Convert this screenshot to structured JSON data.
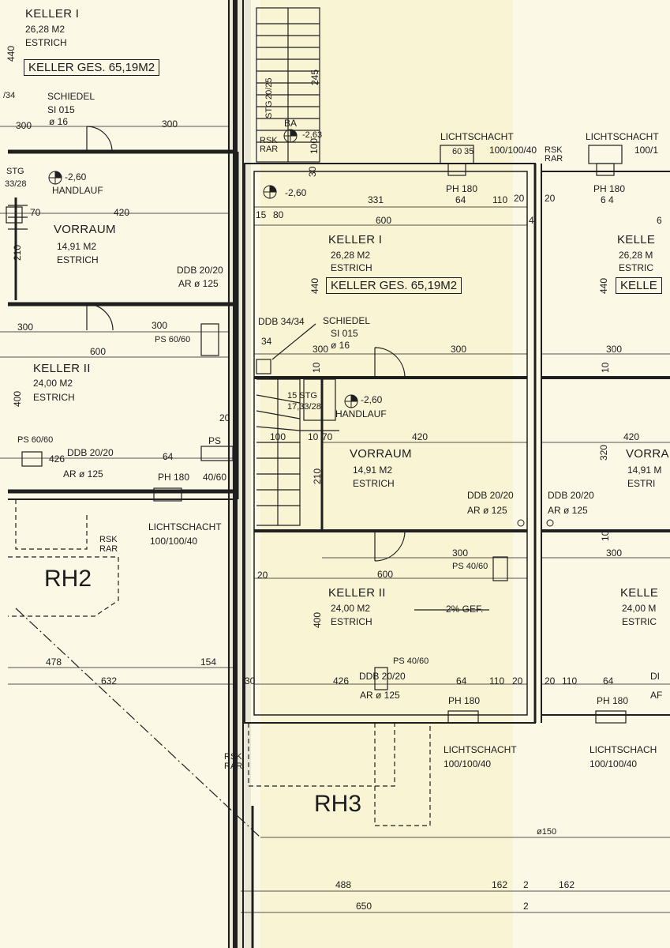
{
  "left": {
    "keller1_title": "KELLER I",
    "keller1_area": "26,28 M2",
    "keller1_floor": "ESTRICH",
    "keller_ges": "KELLER GES. 65,19M2",
    "dim_440": "440",
    "ddb_34": "/34",
    "schiedel": "SCHIEDEL",
    "si015": "SI 015",
    "phi16": "ø 16",
    "dim_300a": "300",
    "dim_300b": "300",
    "stg": "STG",
    "stg_dim": "33/28",
    "level_260": "-2,60",
    "handlauf": "HANDLAUF",
    "dim_70": "70",
    "dim_420": "420",
    "vorraum": "VORRAUM",
    "vorraum_area": "14,91 M2",
    "vorraum_floor": "ESTRICH",
    "dim_210": "210",
    "ddb_2020": "DDB 20/20",
    "ar_125": "AR ø 125",
    "dim_300c": "300",
    "dim_300d": "300",
    "ps6060a": "PS 60/60",
    "dim_600": "600",
    "keller2_title": "KELLER II",
    "keller2_area": "24,00 M2",
    "keller2_floor": "ESTRICH",
    "dim_400": "400",
    "dim_20": "20",
    "ps6060b": "PS 60/60",
    "ps": "PS",
    "dim_426": "426",
    "ddb_2020b": "DDB 20/20",
    "dim_64": "64",
    "ar_125b": "AR ø 125",
    "ph180": "PH 180",
    "ps4060": "40/60",
    "lichtschacht": "LICHTSCHACHT",
    "ls_dim": "100/100/40",
    "rsk": "RSK",
    "rar": "RAR",
    "rh2": "RH2",
    "dim_478": "478",
    "dim_154": "154",
    "dim_632": "632"
  },
  "center": {
    "dim_245": "245",
    "stg_vert": "STG",
    "stg_vert_dim": "20/25",
    "ba": "BA",
    "rsk": "RSK",
    "rar": "RAR",
    "level_263": "-2,63",
    "dim_100": "100",
    "lichtschacht": "LICHTSCHACHT",
    "ls_dim": "100/100/40",
    "rsk2": "RSK",
    "rar2": "RAR",
    "ls_w": "60",
    "ls_d": "35",
    "dim_30": "30",
    "level_260": "-2,60",
    "ph180": "PH 180",
    "dim_331": "331",
    "dim_64": "64",
    "dim_110": "110",
    "dim_20": "20",
    "dim_15": "15",
    "dim_80": "80",
    "dim_600": "600",
    "dim_42": "4",
    "keller1_title": "KELLER I",
    "keller1_area": "26,28 M2",
    "keller1_floor": "ESTRICH",
    "dim_440": "440",
    "keller_ges": "KELLER GES. 65,19M2",
    "ddb_3434": "DDB 34/34",
    "schiedel": "SCHIEDEL",
    "si015": "SI 015",
    "phi16": "ø 16",
    "dim_34": "34",
    "dim_300a": "300",
    "dim_300b": "300",
    "dim_10": "10",
    "stg": "15 STG",
    "stg_dim": "17,33/28",
    "level_260b": "-2,60",
    "handlauf": "HANDLAUF",
    "dim_100b": "100",
    "dim_10b": "10",
    "dim_70": "70",
    "dim_420": "420",
    "vorraum": "VORRAUM",
    "vorraum_area": "14,91 M2",
    "vorraum_floor": "ESTRICH",
    "dim_210": "210",
    "ddb_2020": "DDB 20/20",
    "ar_125": "AR ø 125",
    "dim_300c": "300",
    "ps4060": "PS 40/60",
    "dim_600b": "600",
    "dim_20b": "20",
    "keller2_title": "KELLER II",
    "keller2_area": "24,00 M2",
    "keller2_floor": "ESTRICH",
    "gef": "2% GEF.",
    "dim_400": "400",
    "ps4060b": "PS 40/60",
    "dim_30b": "30",
    "dim_426": "426",
    "ddb_2020b": "DDB 20/20",
    "dim_64b": "64",
    "dim_110b": "110",
    "dim_20c": "20",
    "ar_125b": "AR ø 125",
    "ph180b": "PH 180",
    "lichtschacht2": "LICHTSCHACHT",
    "ls_dim2": "100/100/40",
    "rsk3": "RSK",
    "rar3": "RAR",
    "rh3": "RH3",
    "phi150": "ø150",
    "dim_488": "488",
    "dim_650": "650",
    "dim_162a": "162",
    "dim_2a": "2",
    "dim_162b": "162",
    "dim_2b": "2"
  },
  "right": {
    "lichtschacht": "LICHTSCHACHT",
    "ls_dim": "100/1",
    "ph180": "PH 180",
    "dim_20": "20",
    "dim_64": "6 4",
    "dim_6": "6",
    "keller1_title": "KELLE",
    "keller1_area": "26,28 M",
    "keller1_floor": "ESTRIC",
    "dim_440": "440",
    "keller_ges": "KELLE",
    "dim_300": "300",
    "dim_10": "10",
    "dim_420": "420",
    "dim_320": "320",
    "vorraum": "VORRA",
    "vorraum_area": "14,91 M",
    "vorraum_floor": "ESTRI",
    "ddb_2020": "DDB 20/20",
    "ar_125": "AR ø 125",
    "dim_300b": "300",
    "dim_10b": "10",
    "keller2_title": "KELLE",
    "keller2_area": "24,00 M",
    "keller2_floor": "ESTRIC",
    "dim_20b": "20",
    "dim_110": "110",
    "dim_64b": "64",
    "ddb": "DI",
    "ar": "AF",
    "ph180b": "PH 180",
    "lichtschacht2": "LICHTSCHACH",
    "ls_dim2": "100/100/40"
  }
}
